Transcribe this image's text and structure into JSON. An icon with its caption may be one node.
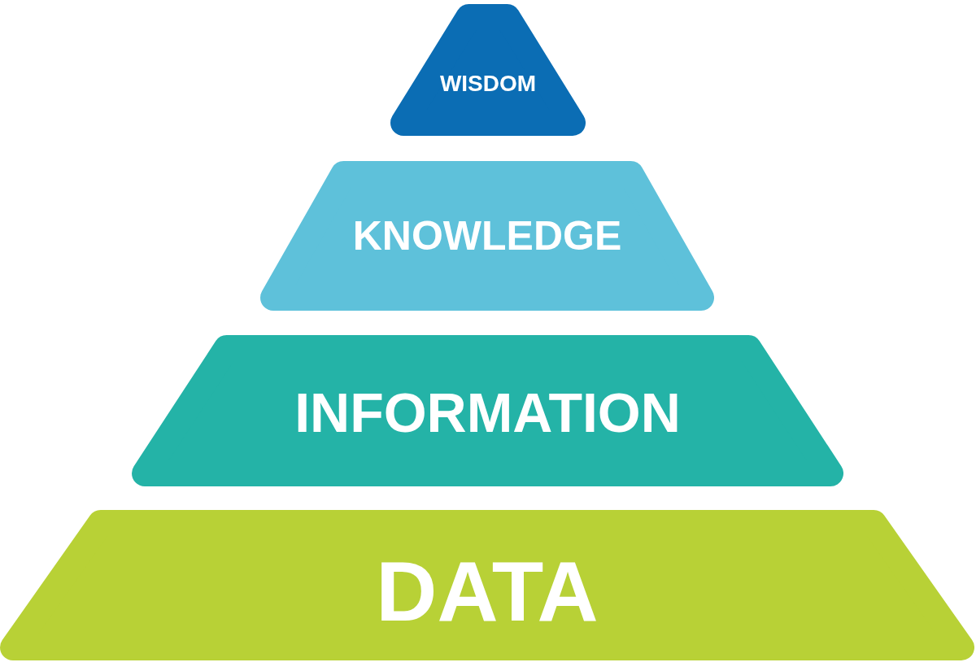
{
  "diagram": {
    "nodes": [
      {
        "text": [
          "WISDOM"
        ]
      },
      {
        "text": [
          "KNOWLEDGE"
        ]
      },
      {
        "text": [
          "INFORMATION"
        ]
      },
      {
        "text": [
          "DATA"
        ]
      }
    ]
  }
}
